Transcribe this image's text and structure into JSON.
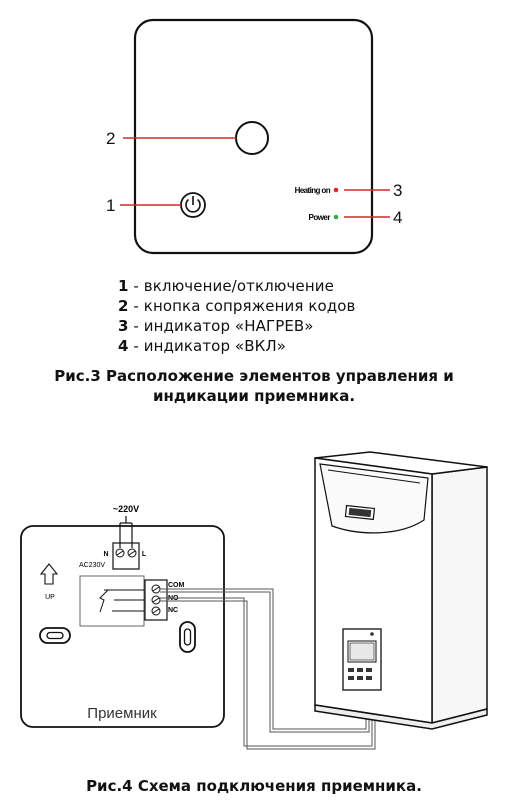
{
  "fig3": {
    "callouts": {
      "c1": "1",
      "c2": "2",
      "c3": "3",
      "c4": "4"
    },
    "indicators": {
      "heating_label": "Heating on",
      "power_label": "Power"
    },
    "legend": [
      {
        "num": "1",
        "text": " - включение/отключение"
      },
      {
        "num": "2",
        "text": " - кнопка сопряжения кодов"
      },
      {
        "num": "3",
        "text": " - индикатор «НАГРЕВ»"
      },
      {
        "num": "4",
        "text": " - индикатор «ВКЛ»"
      }
    ],
    "caption_line1": "Рис.3 Расположение элементов управления и",
    "caption_line2": "индикации приемника."
  },
  "fig4": {
    "voltage": "~220V",
    "terminal_n": "N",
    "terminal_l": "L",
    "ac_label": "AC230V",
    "up_label": "UP",
    "com_label": "COM",
    "no_label": "NO",
    "nc_label": "NC",
    "receiver_label": "Приемник",
    "caption": "Рис.4 Схема подключения приемника."
  },
  "colors": {
    "callout_line": "#d9262b",
    "heating_led": "#e0262b",
    "power_led": "#2bb04a"
  }
}
